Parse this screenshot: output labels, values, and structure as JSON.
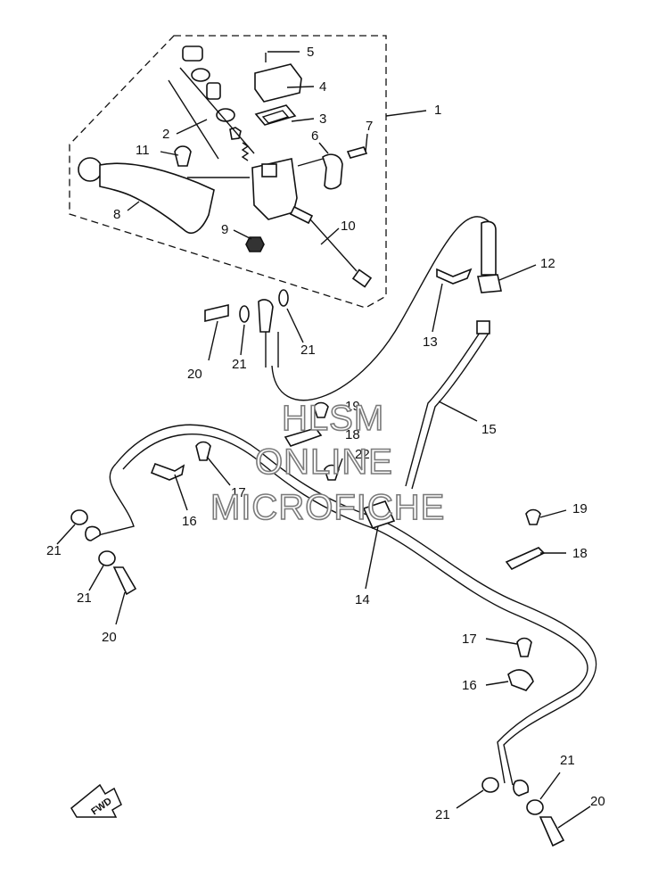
{
  "watermark": {
    "line1": "HLSM",
    "line2": "ONLINE",
    "line3": "MICROFICHE"
  },
  "direction_badge": "FWD",
  "callouts": [
    "1",
    "2",
    "3",
    "4",
    "5",
    "6",
    "7",
    "8",
    "9",
    "10",
    "11",
    "12",
    "13",
    "14",
    "15",
    "16",
    "16",
    "17",
    "17",
    "18",
    "18",
    "19",
    "19",
    "20",
    "20",
    "20",
    "21",
    "21",
    "21",
    "21",
    "21",
    "21",
    "22"
  ]
}
